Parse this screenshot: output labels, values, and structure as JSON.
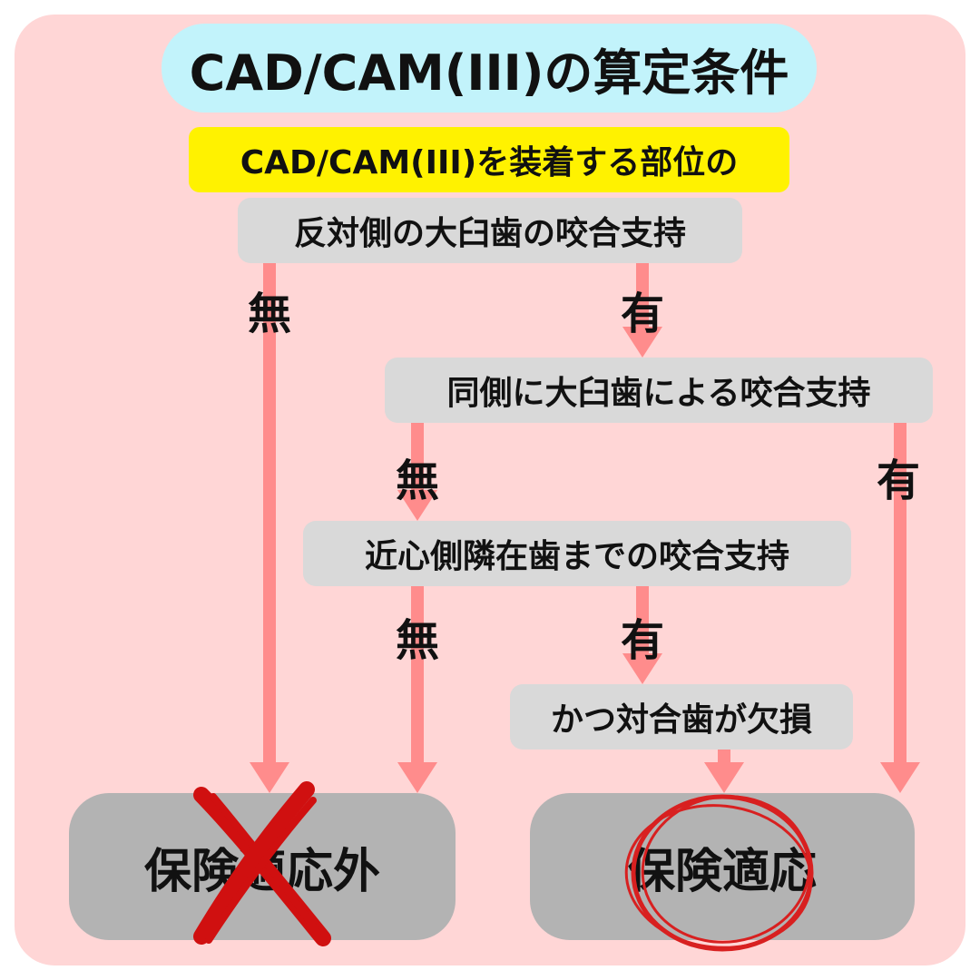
{
  "title": "CAD/CAM(III)の算定条件",
  "subtitle": "CAD/CAM(III)を装着する部位の",
  "conditions": {
    "c1": "反対側の大臼歯の咬合支持",
    "c2": "同側に大臼歯による咬合支持",
    "c3": "近心側隣在歯までの咬合支持",
    "c4": "かつ対合歯が欠損"
  },
  "branch_labels": {
    "no_1": "無",
    "yes_1": "有",
    "no_2": "無",
    "yes_2": "有",
    "no_3": "無",
    "yes_3": "有"
  },
  "results": {
    "not_covered": "保険適応外",
    "covered": "保険適応"
  },
  "colors": {
    "panel": "#ffd6d6",
    "title_bg": "#c2f3fb",
    "subtitle_bg": "#fff200",
    "condition_bg": "#d9d9d9",
    "result_bg": "#b3b3b3",
    "arrow": "#ff8c8c",
    "cross_mark": "#d01010",
    "circle_mark": "#d82020"
  }
}
